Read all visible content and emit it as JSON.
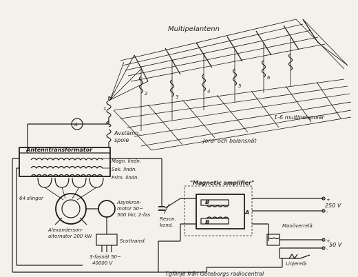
{
  "labels": {
    "multipelantenn": "Multipelantenn",
    "coil_1": "1",
    "coil_2": "2",
    "coil_3": "3",
    "coil_4": "4",
    "coil_5": "5",
    "coil_6": "6",
    "multipelspolar": "1-6  multipelspolar",
    "jord_och_balansnat": "Jord- och balansnät",
    "ammeter": "A",
    "avstamn_spole_1": "Avstämn.",
    "avstamn_spole_2": "spole",
    "antenntransformator": "Antenntransformator",
    "magn_lindn": "Magn. lindn.",
    "sek_lindn": "Sek. lindn.",
    "prim_lindn": "Prim. lindn.",
    "slingor": "64 slingor",
    "alexanderson_1": "Alexanderson-",
    "alexanderson_2": "alternator 200 kW",
    "asynkron_1": "Asynkron-",
    "asynkron_2": "motor 50~",
    "asynkron_3": "500 hkr, 2-fas",
    "scottransf": "Scottransf.",
    "fasnat_1": "3-fasnät 50~",
    "fasnat_2": "40000 V",
    "resonkond_1": "Reson.",
    "resonkond_2": "kond.",
    "magnetic_amplifier": "\"Magnetic amplifier\"",
    "b_top": "B",
    "b_bottom": "B",
    "a_core": "A",
    "v250": "250 V",
    "manoverrela": "Manöverrelä",
    "v50": "50 V",
    "linjerela": "Linjerelä",
    "telegraflinje": "Tgflinje från Göteborgs radiocentral",
    "plus1": "+",
    "minus1": "-",
    "plus2": "+",
    "minus2": "-"
  }
}
